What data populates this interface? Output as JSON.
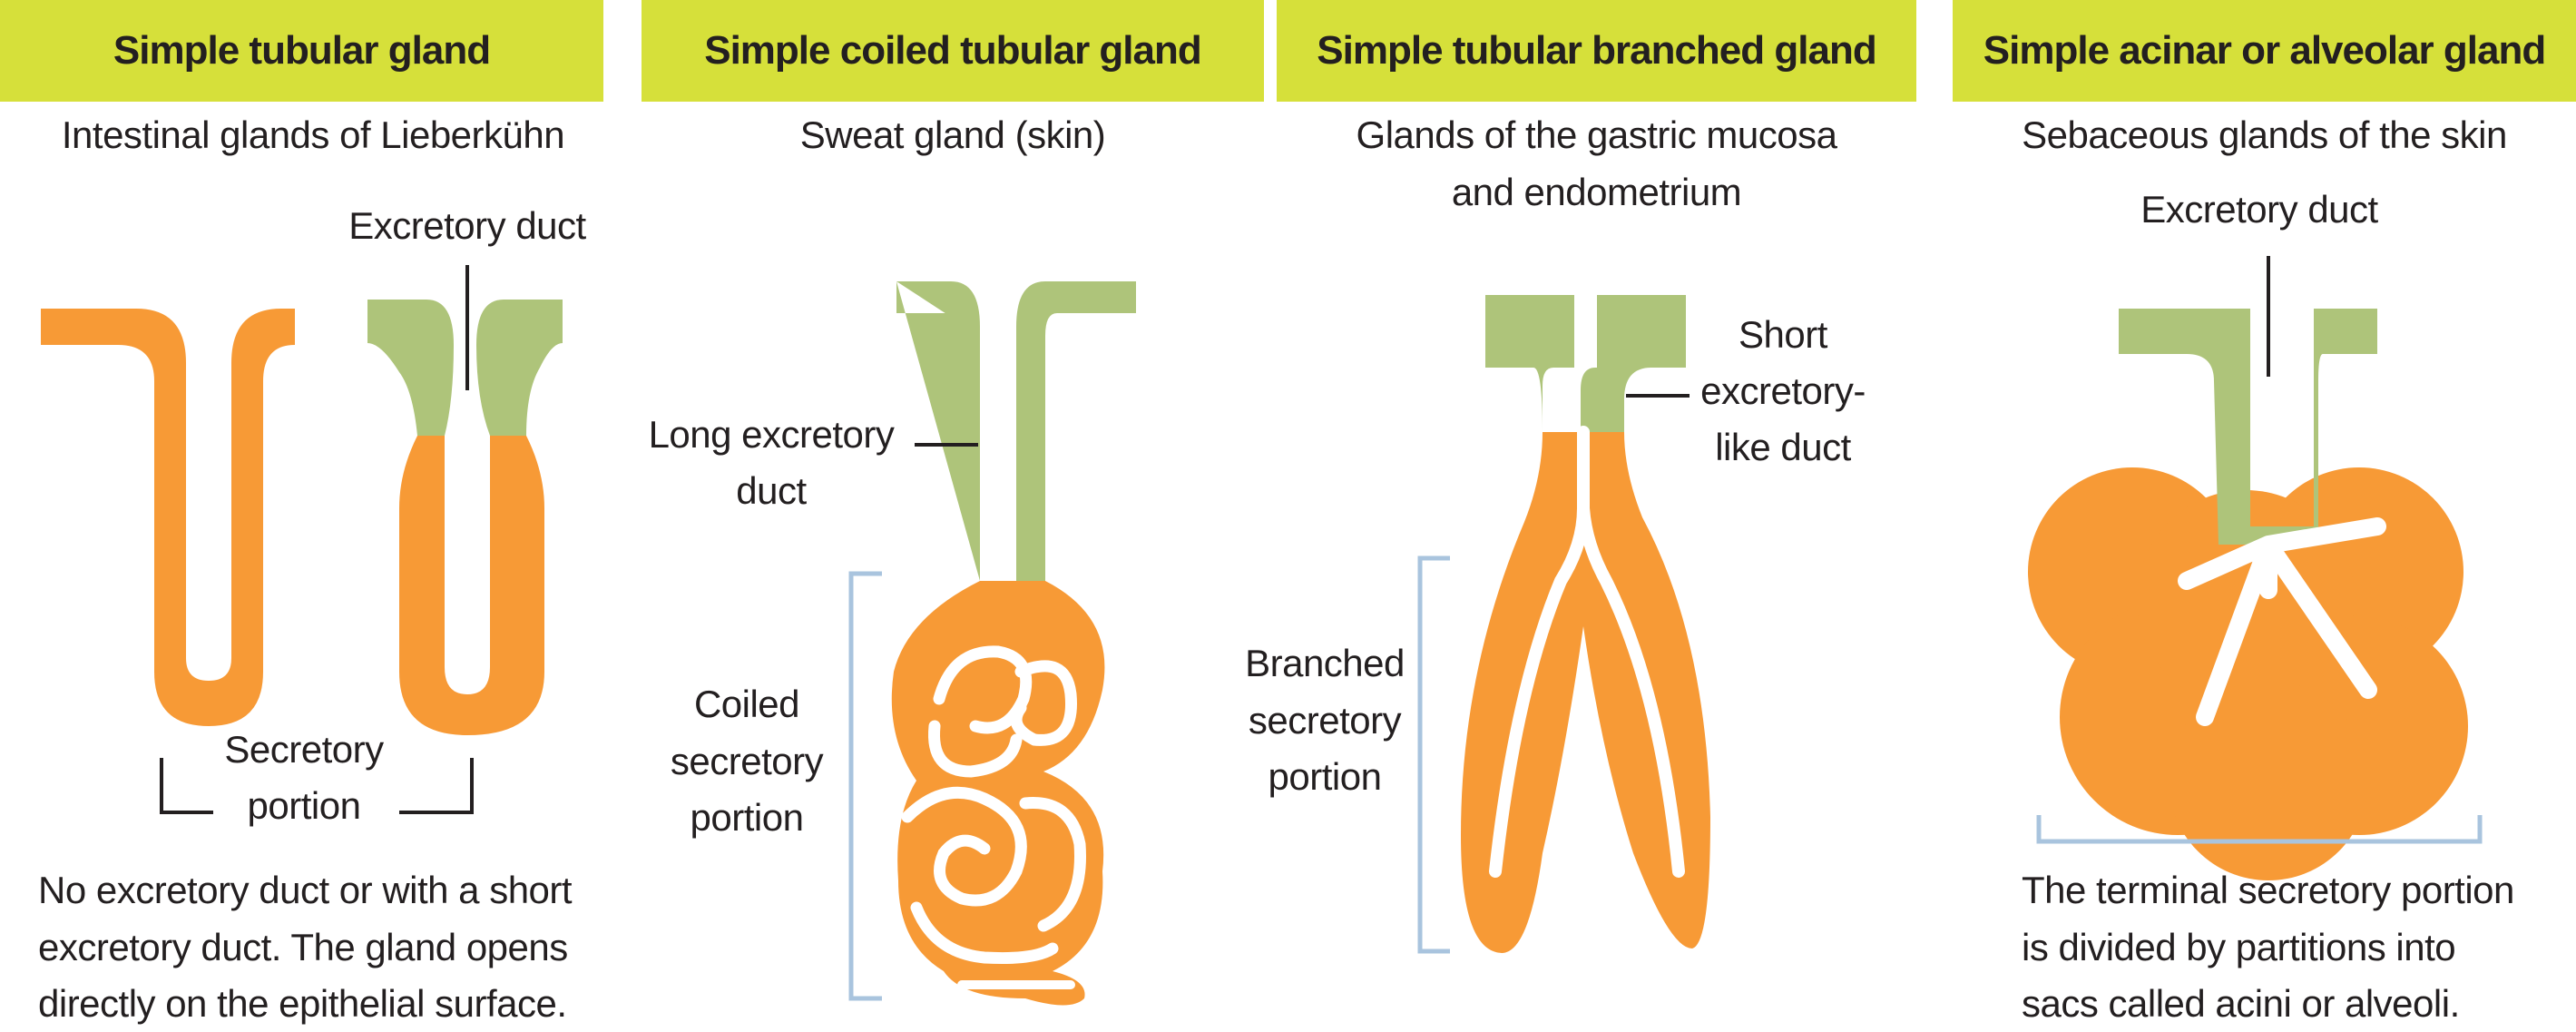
{
  "colors": {
    "header_bg": "#d6e03a",
    "secretory": "#f79a36",
    "duct": "#aec47a",
    "bracket": "#a9c4de",
    "text": "#231f20"
  },
  "panels": [
    {
      "title": "Simple tubular gland",
      "example": "Intestinal glands of Lieberkühn",
      "labels": {
        "excretory_duct": "Excretory duct",
        "secretory_line1": "Secretory",
        "secretory_line2": "portion"
      },
      "description": [
        "No excretory duct or with a short",
        "excretory duct. The gland opens",
        "directly on the epithelial surface."
      ]
    },
    {
      "title": "Simple coiled tubular gland",
      "example": "Sweat gland (skin)",
      "labels": {
        "long_duct_line1": "Long excretory",
        "long_duct_line2": "duct",
        "coiled_line1": "Coiled",
        "coiled_line2": "secretory",
        "coiled_line3": "portion"
      }
    },
    {
      "title": "Simple tubular branched gland",
      "example_line1": "Glands of the gastric mucosa",
      "example_line2": "and endometrium",
      "labels": {
        "short_duct_line1": "Short",
        "short_duct_line2": "excretory-",
        "short_duct_line3": "like duct",
        "branched_line1": "Branched",
        "branched_line2": "secretory",
        "branched_line3": "portion"
      }
    },
    {
      "title": "Simple acinar or alveolar gland",
      "example": "Sebaceous glands of the skin",
      "labels": {
        "excretory_duct": "Excretory duct"
      },
      "description": [
        "The terminal secretory portion",
        "is divided  by partitions into",
        "sacs called acini or alveoli."
      ]
    }
  ]
}
